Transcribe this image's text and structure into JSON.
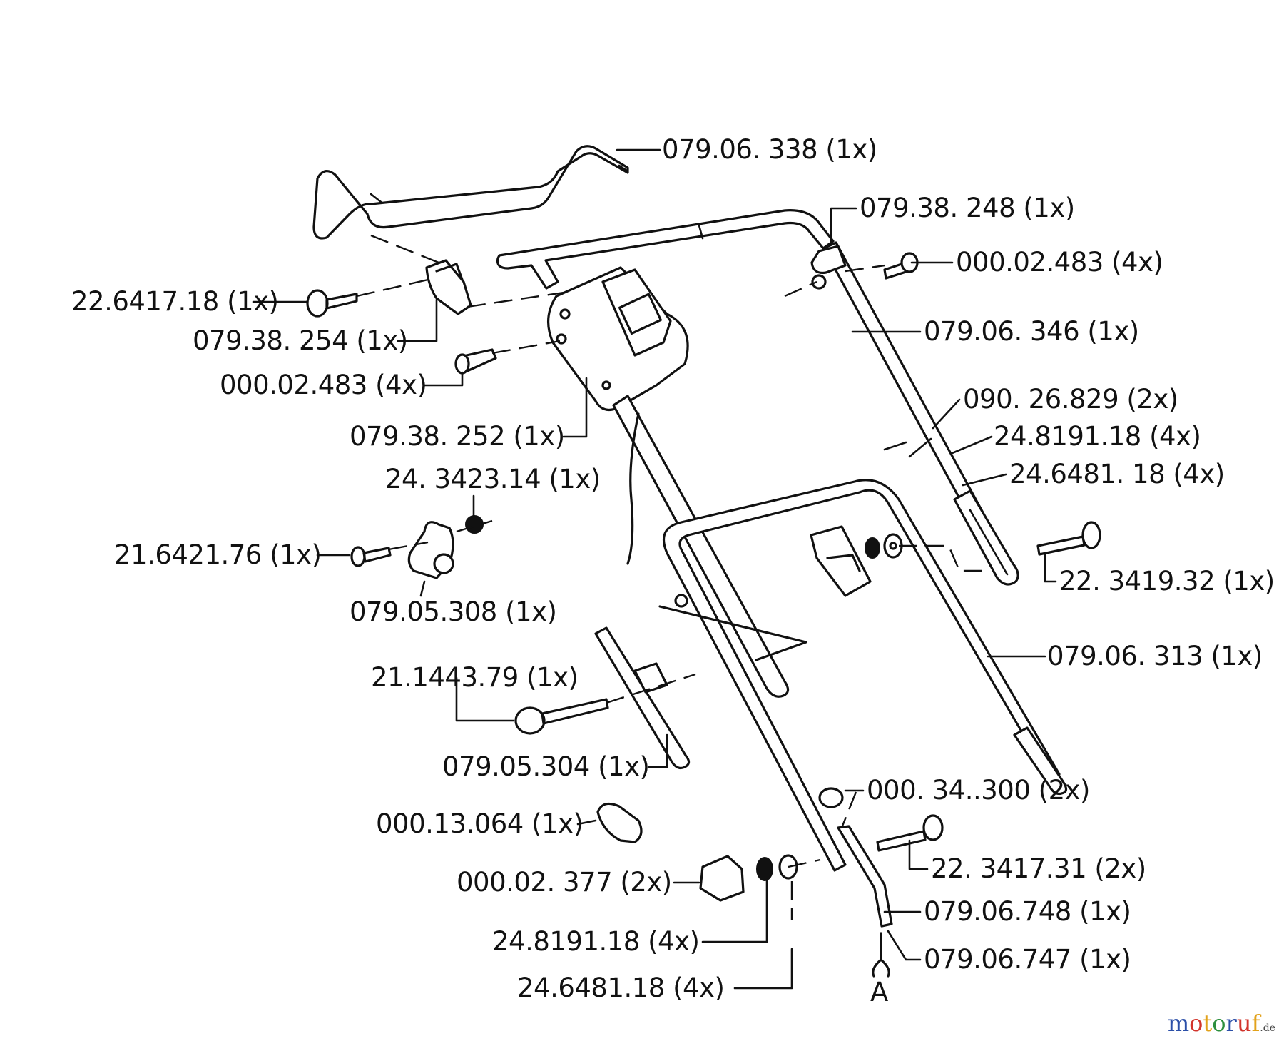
{
  "labels": {
    "top_bar": "079.06. 338 (1x)",
    "clip_right": "079.38. 248 (1x)",
    "screw_right": "000.02.483 (4x)",
    "upper_right_tube": "079.06. 346 (1x)",
    "cable_tie": "090. 26.829 (2x)",
    "washer_right_1": "24.8191.18 (4x)",
    "washer_right_2": "24.6481. 18 (4x)",
    "bolt_right": "22. 3419.32 (1x)",
    "lower_right_tube": "079.06. 313 (1x)",
    "screw_left_top": "22.6417.18 (1x)",
    "clip_left": "079.38. 254 (1x)",
    "screw_left": "000.02.483 (4x)",
    "switch_box": "079.38. 252 (1x)",
    "nut_small": "24. 3423.14 (1x)",
    "screw_clamp": "21.6421.76 (1x)",
    "cable_clamp": "079.05.308 (1x)",
    "bolt_adjuster": "21.1443.79 (1x)",
    "adjuster": "079.05.304 (1x)",
    "knob": "000.13.064 (1x)",
    "cap": "000. 34..300 (2x)",
    "bolt_lower": "22. 3417.31 (2x)",
    "knob_lower": "000.02. 377 (2x)",
    "lever": "079.06.748 (1x)",
    "washer_lower_1": "24.8191.18 (4x)",
    "hook": "079.06.747 (1x)",
    "washer_lower_2": "24.6481.18 (4x)",
    "arrow_a": "A"
  },
  "watermark": {
    "brand": "motoruf",
    "tld": ".de",
    "colors": [
      "#2b4fa8",
      "#d2342c",
      "#e2a21b",
      "#2d8f3e"
    ]
  }
}
